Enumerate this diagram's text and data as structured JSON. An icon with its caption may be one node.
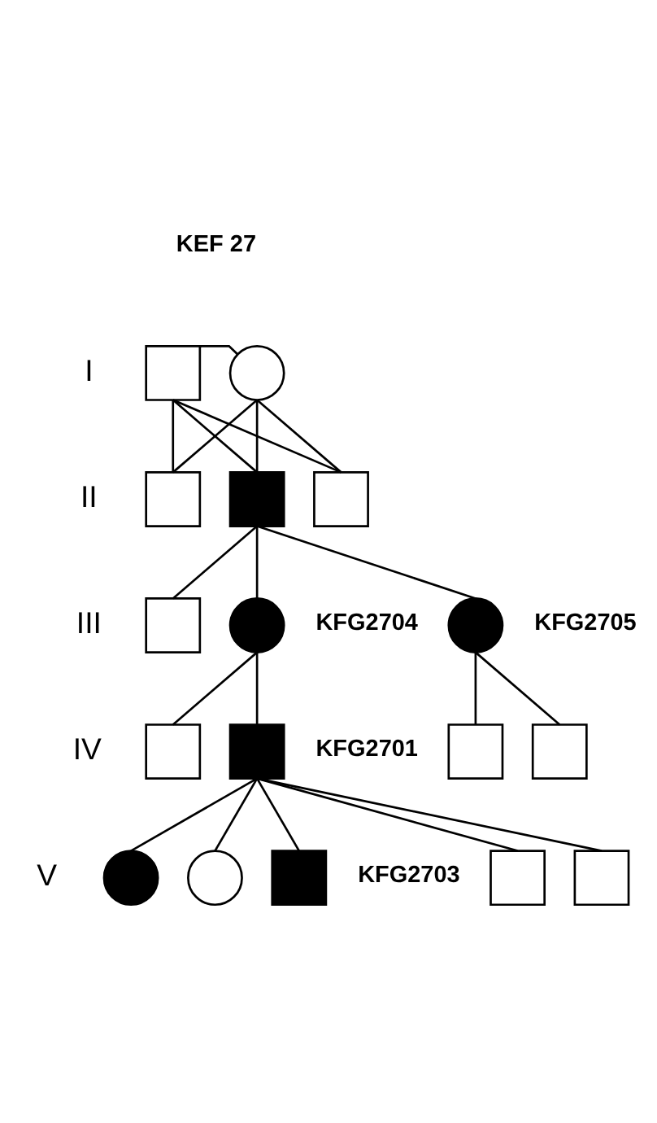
{
  "diagram": {
    "nodes": [
      {
        "text": [],
        "shape": "box"
      },
      {
        "text": [],
        "shape": "circle"
      },
      {
        "text": [],
        "shape": "box"
      },
      {
        "text": [],
        "shape": "box"
      },
      {
        "text": [],
        "shape": "box"
      },
      {
        "text": [],
        "shape": "box"
      },
      {
        "text": [],
        "shape": "circle",
        "beside": [
          "KFG2704"
        ]
      },
      {
        "text": [],
        "shape": "circle",
        "beside": [
          "KFG2705"
        ]
      },
      {
        "text": [],
        "shape": "box"
      },
      {
        "text": [],
        "shape": "box",
        "beside": [
          "KFG2701"
        ]
      },
      {
        "text": [],
        "shape": "box"
      },
      {
        "text": [],
        "shape": "box"
      },
      {
        "text": [],
        "shape": "circle"
      },
      {
        "text": [],
        "shape": "circle"
      },
      {
        "text": [],
        "shape": "box",
        "beside": [
          "KFG2703"
        ]
      },
      {
        "text": [],
        "shape": "box"
      },
      {
        "text": [],
        "shape": "box"
      }
    ],
    "edges": [
      {
        "from": 0,
        "to": 1,
        "arrow": "none"
      },
      {
        "from": 0,
        "to": 2,
        "arrow": "none"
      },
      {
        "from": 0,
        "to": 3,
        "arrow": "none"
      },
      {
        "from": 0,
        "to": 4,
        "arrow": "none"
      },
      {
        "from": 1,
        "to": 2,
        "arrow": "none"
      },
      {
        "from": 1,
        "to": 3,
        "arrow": "none"
      },
      {
        "from": 1,
        "to": 4,
        "arrow": "none"
      },
      {
        "from": 3,
        "to": 5,
        "arrow": "none"
      },
      {
        "from": 3,
        "to": 6,
        "arrow": "none"
      },
      {
        "from": 3,
        "to": 7,
        "arrow": "none"
      },
      {
        "from": 6,
        "to": 8,
        "arrow": "none"
      },
      {
        "from": 6,
        "to": 9,
        "arrow": "none"
      },
      {
        "from": 7,
        "to": 10,
        "arrow": "none"
      },
      {
        "from": 7,
        "to": 11,
        "arrow": "none"
      },
      {
        "from": 9,
        "to": 12,
        "arrow": "none"
      },
      {
        "from": 9,
        "to": 13,
        "arrow": "none"
      },
      {
        "from": 9,
        "to": 14,
        "arrow": "none"
      },
      {
        "from": 9,
        "to": 15,
        "arrow": "none"
      },
      {
        "from": 9,
        "to": 16,
        "arrow": "none"
      }
    ],
    "labels": [
      "KEF 27",
      "I",
      "II",
      "III",
      "IV",
      "V"
    ]
  }
}
